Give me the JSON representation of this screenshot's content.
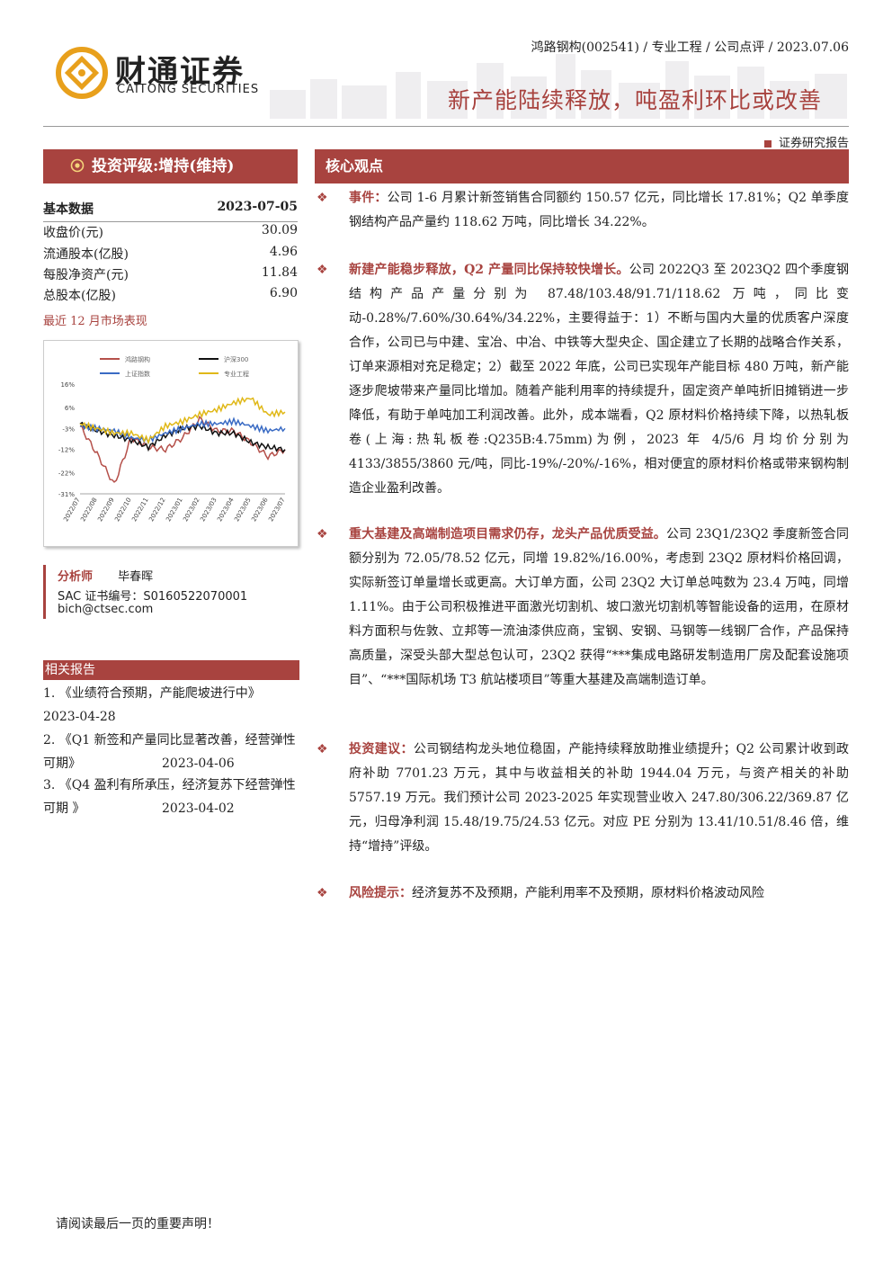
{
  "header": {
    "logo_cn": "财通证券",
    "logo_en": "CAITONG SECURITIES",
    "meta": "鸿路钢构(002541) / 专业工程 / 公司点评 / 2023.07.06",
    "title": "新产能陆续释放，吨盈利环比或改善",
    "report_type": "证券研究报告",
    "brand_color": "#a8433f"
  },
  "rating": {
    "icon": "medal-icon",
    "label": "投资评级:增持(维持)"
  },
  "basic_data": {
    "label": "基本数据",
    "date": "2023-07-05",
    "rows": [
      {
        "name": "收盘价(元)",
        "value": "30.09"
      },
      {
        "name": "流通股本(亿股)",
        "value": "4.96"
      },
      {
        "name": "每股净资产(元)",
        "value": "11.84"
      },
      {
        "name": "总股本(亿股)",
        "value": "6.90"
      }
    ]
  },
  "market_title": "最近 12 月市场表现",
  "chart_data": {
    "type": "line",
    "x": [
      "2022/07",
      "2022/08",
      "2022/09",
      "2022/10",
      "2022/11",
      "2022/12",
      "2023/01",
      "2023/02",
      "2023/03",
      "2023/04",
      "2023/05",
      "2023/06",
      "2023/07"
    ],
    "yticks": [
      "16%",
      "6%",
      "-3%",
      "-12%",
      "-22%",
      "-31%"
    ],
    "ylim": [
      -31,
      16
    ],
    "legend_placement": "top",
    "series": [
      {
        "name": "鸿路钢构",
        "color": "#b5504a",
        "values": [
          -2,
          -14,
          -27,
          -7,
          -11,
          -12,
          -7,
          1,
          -4,
          -4,
          -9,
          -15,
          -12
        ]
      },
      {
        "name": "沪深300",
        "color": "#111111",
        "values": [
          -1,
          -4,
          -6,
          -8,
          -11,
          -6,
          -3,
          -2,
          -5,
          -5,
          -9,
          -11,
          -12
        ]
      },
      {
        "name": "上证指数",
        "color": "#3a6bc4",
        "values": [
          -2,
          -3,
          -4,
          -7,
          -8,
          -5,
          -3,
          -1,
          -1,
          0,
          -2,
          -4,
          -3
        ]
      },
      {
        "name": "专业工程",
        "color": "#e0b818",
        "values": [
          -1,
          -3,
          -5,
          -5,
          -8,
          -2,
          0,
          3,
          5,
          8,
          10,
          3,
          4
        ]
      }
    ]
  },
  "analyst": {
    "label": "分析师",
    "name": "毕春晖",
    "sac_label": "SAC 证书编号：",
    "sac": "S0160522070001",
    "email": "bich@ctsec.com"
  },
  "related": {
    "title": "相关报告",
    "items": [
      {
        "text": "1. 《业绩符合预期，产能爬坡进行中》",
        "date": "2023-04-28"
      },
      {
        "text": "2. 《Q1 新签和产量同比显著改善，经营弹性可期》",
        "date": "2023-04-06"
      },
      {
        "text": "3. 《Q4 盈利有所承压，经济复苏下经营弹性可期 》",
        "date": "2023-04-02"
      }
    ]
  },
  "core": {
    "title": "核心观点",
    "bullet_icon": "diamond-bullet-icon",
    "items": [
      {
        "kw": "事件：",
        "text": "公司 1-6 月累计新签销售合同额约 150.57 亿元，同比增长 17.81%；Q2 单季度钢结构产品产量约 118.62 万吨，同比增长 34.22%。"
      },
      {
        "kw": "新建产能稳步释放，Q2 产量同比保持较快增长。",
        "text": "公司 2022Q3 至 2023Q2 四个季度钢结构产品产量分别为 87.48/103.48/91.71/118.62 万吨，同比变动-0.28%/7.60%/30.64%/34.22%，主要得益于：1）不断与国内大量的优质客户深度合作，公司已与中建、宝冶、中冶、中铁等大型央企、国企建立了长期的战略合作关系，订单来源相对充足稳定；2）截至 2022 年底，公司已实现年产能目标 480 万吨，新产能逐步爬坡带来产量同比增加。随着产能利用率的持续提升，固定资产单吨折旧摊销进一步降低，有助于单吨加工利润改善。此外，成本端看，Q2 原材料价格持续下降，以热轧板卷(上海:热轧板卷:Q235B:4.75mm)为例，2023 年 4/5/6 月均价分别为 4133/3855/3860 元/吨，同比-19%/-20%/-16%，相对便宜的原材料价格或带来钢构制造企业盈利改善。"
      },
      {
        "kw": "重大基建及高端制造项目需求仍存，龙头产品优质受益。",
        "text": "公司 23Q1/23Q2 季度新签合同额分别为 72.05/78.52 亿元，同增 19.82%/16.00%，考虑到 23Q2 原材料价格回调，实际新签订单量增长或更高。大订单方面，公司 23Q2 大订单总吨数为 23.4 万吨，同增 1.11%。由于公司积极推进平面激光切割机、坡口激光切割机等智能设备的运用，在原材料方面积与佐敦、立邦等一流油漆供应商，宝钢、安钢、马钢等一线钢厂合作，产品保持高质量，深受头部大型总包认可，23Q2 获得“***集成电路研发制造用厂房及配套设施项目”、“***国际机场 T3 航站楼项目”等重大基建及高端制造订单。"
      },
      {
        "kw": "投资建议：",
        "text": "公司钢结构龙头地位稳固，产能持续释放助推业绩提升；Q2 公司累计收到政府补助 7701.23 万元，其中与收益相关的补助 1944.04 万元，与资产相关的补助 5757.19 万元。我们预计公司 2023-2025 年实现营业收入 247.80/306.22/369.87 亿元，归母净利润 15.48/19.75/24.53 亿元。对应 PE 分别为 13.41/10.51/8.46 倍，维持“增持”评级。"
      },
      {
        "kw": "风险提示：",
        "text": "经济复苏不及预期，产能利用率不及预期，原材料价格波动风险"
      }
    ]
  },
  "footer": "请阅读最后一页的重要声明！"
}
